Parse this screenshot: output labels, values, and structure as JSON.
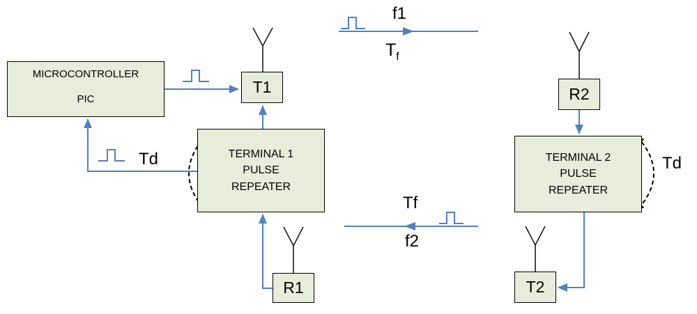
{
  "boxes": {
    "microcontroller": {
      "line1": "MICROCONTROLLER",
      "line2": "PIC"
    },
    "t1": {
      "label": "T1"
    },
    "terminal1": {
      "text": "TERMINAL 1\nPULSE\nREPEATER"
    },
    "r1": {
      "label": "R1"
    },
    "r2": {
      "label": "R2"
    },
    "terminal2": {
      "text": "TERMINAL 2\nPULSE\nREPEATER"
    },
    "t2": {
      "label": "T2"
    }
  },
  "labels": {
    "f1": "f1",
    "tf_top": {
      "base": "T",
      "sub": "f"
    },
    "td_left": "Td",
    "tf_mid": "Tf",
    "f2": "f2",
    "td_right": "Td"
  },
  "colors": {
    "box_fill": "#e8ecda",
    "box_border": "#000000",
    "connector_blue": "#4f81bd",
    "arc_black": "#000000"
  }
}
